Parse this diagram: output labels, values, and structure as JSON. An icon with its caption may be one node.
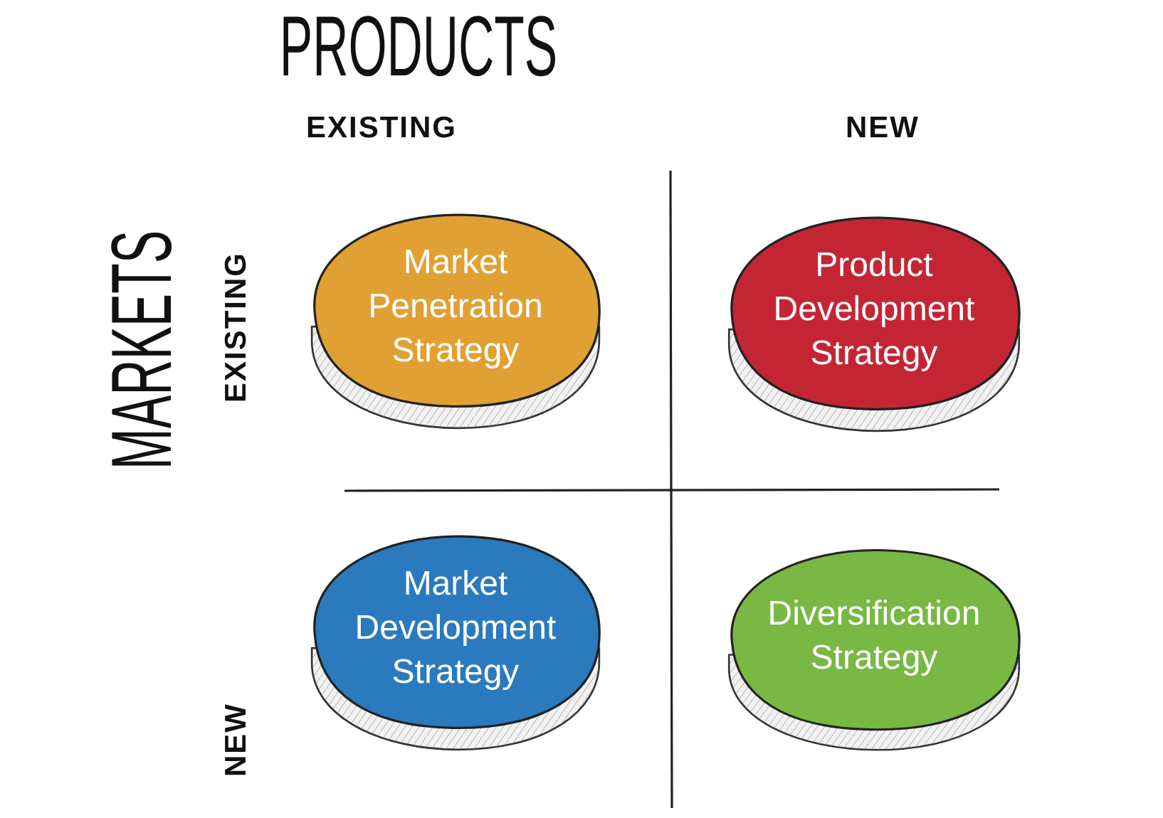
{
  "diagram": {
    "nodes": [
      {
        "text": [
          "Market Penetration Strategy"
        ]
      },
      {
        "text": [
          "Product Development Strategy"
        ]
      },
      {
        "text": [
          "Market Development Strategy"
        ]
      },
      {
        "text": [
          "Diversification Strategy"
        ]
      }
    ],
    "labels": [
      "PRODUCTS",
      "EXISTING",
      "NEW",
      "MARKETS",
      "EXISTING",
      "NEW"
    ]
  }
}
